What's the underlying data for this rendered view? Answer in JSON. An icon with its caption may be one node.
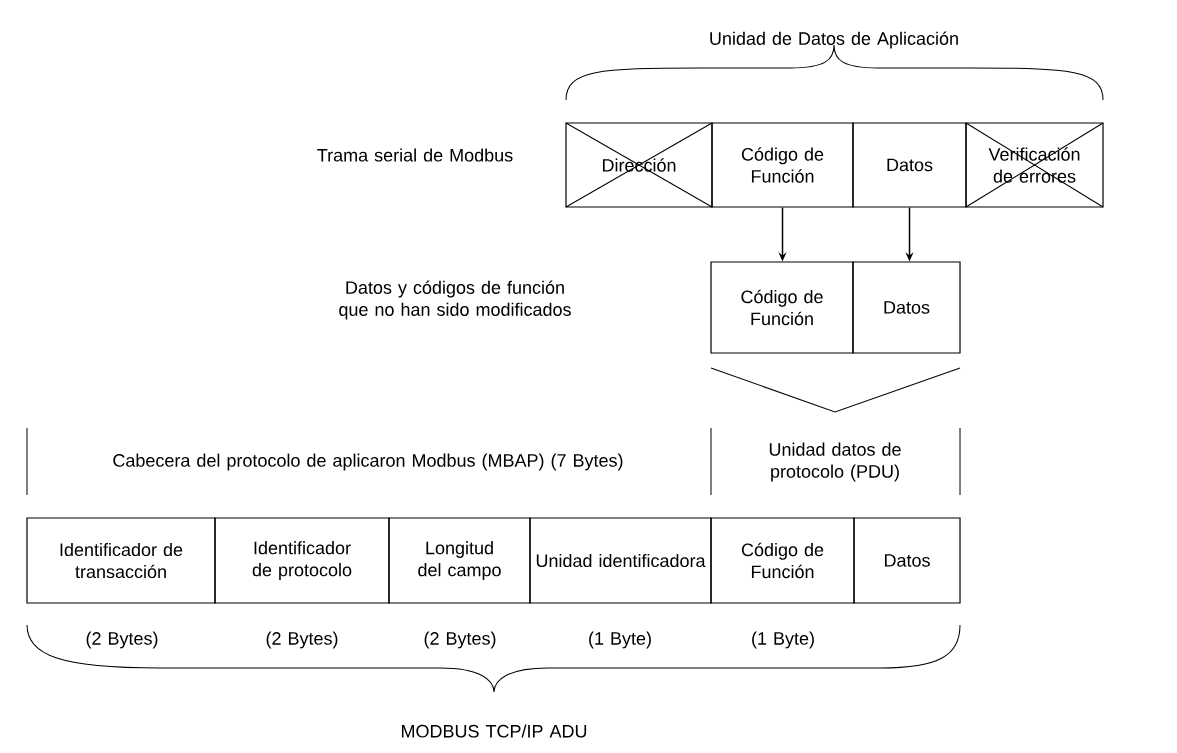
{
  "diagram": {
    "nodes": [
      {
        "text": [
          "Dirección"
        ]
      },
      {
        "text": [
          "Código de Función"
        ]
      },
      {
        "text": [
          "Datos"
        ]
      },
      {
        "text": [
          "Verificación de errores"
        ]
      },
      {
        "text": [
          "Código de Función"
        ]
      },
      {
        "text": [
          "Datos"
        ]
      },
      {
        "text": [
          "Identificador de transacción"
        ]
      },
      {
        "text": [
          "Identificador de protocolo"
        ]
      },
      {
        "text": [
          "Longitud del campo"
        ]
      },
      {
        "text": [
          "Unidad identificadora"
        ]
      },
      {
        "text": [
          "Código de Función"
        ]
      },
      {
        "text": [
          "Datos"
        ]
      }
    ],
    "edges": [
      {
        "from": 1,
        "to": 4,
        "arrow": "to"
      },
      {
        "from": 2,
        "to": 5,
        "arrow": "to"
      }
    ],
    "labels": [
      "Unidad de Datos de Aplicación",
      "Trama serial de Modbus",
      "Datos y códigos de función que no han sido modificados",
      "Cabecera del protocolo de aplicaron Modbus (MBAP) (7 Bytes)",
      "Unidad datos de protocolo (PDU)",
      "(2 Bytes)",
      "(2 Bytes)",
      "(2 Bytes)",
      "(1 Byte)",
      "(1 Byte)",
      "MODBUS TCP/IP ADU"
    ]
  }
}
